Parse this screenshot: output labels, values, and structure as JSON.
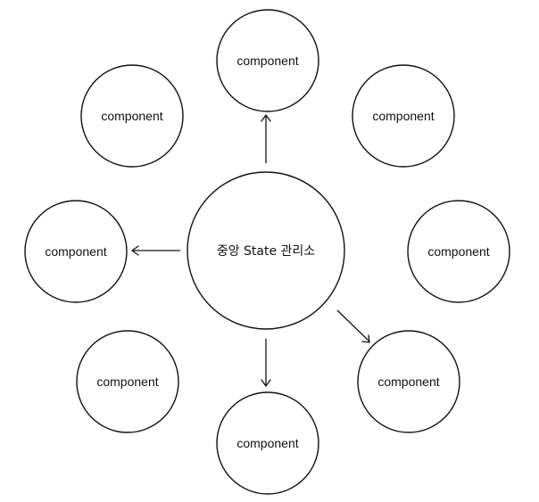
{
  "hub": {
    "label": "중앙 State 관리소"
  },
  "components": [
    {
      "id": "top",
      "label": "component"
    },
    {
      "id": "top-left",
      "label": "component"
    },
    {
      "id": "top-right",
      "label": "component"
    },
    {
      "id": "left",
      "label": "component"
    },
    {
      "id": "right",
      "label": "component"
    },
    {
      "id": "bottom-left",
      "label": "component"
    },
    {
      "id": "bottom",
      "label": "component"
    },
    {
      "id": "bottom-right",
      "label": "component"
    }
  ],
  "colors": {
    "stroke": "#111111",
    "background": "#ffffff"
  }
}
